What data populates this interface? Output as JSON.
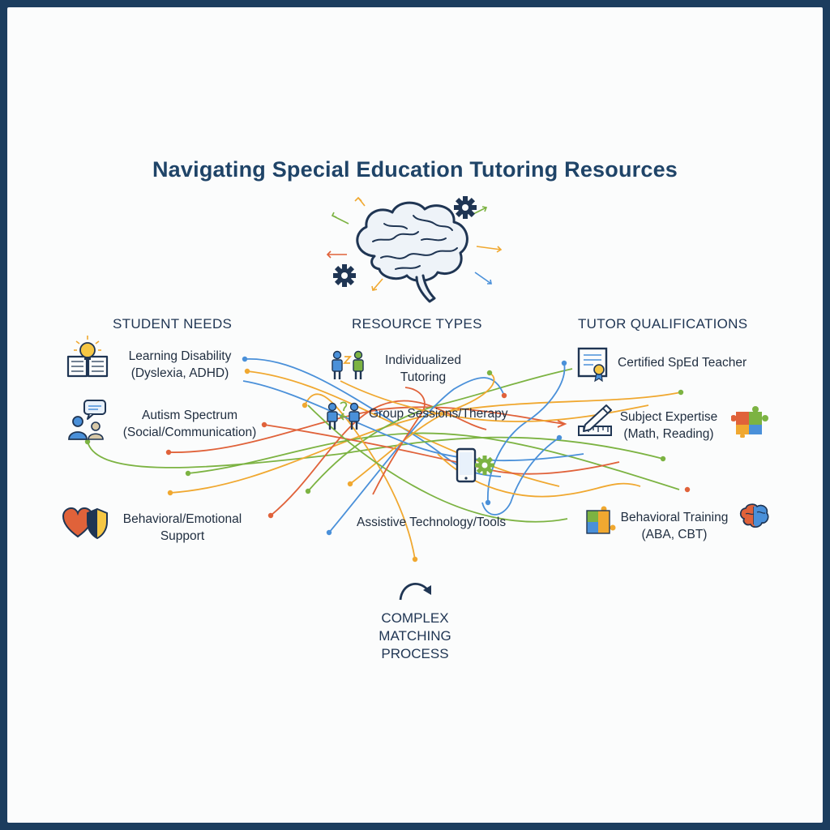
{
  "title": "Navigating Special Education Tutoring Resources",
  "columns": {
    "student_needs": {
      "heading": "STUDENT NEEDS",
      "items": [
        {
          "line1": "Learning Disability",
          "line2": "(Dyslexia, ADHD)",
          "icon": "book-lightbulb-icon"
        },
        {
          "line1": "Autism Spectrum",
          "line2": "(Social/Communication)",
          "icon": "people-speech-icon"
        },
        {
          "line1": "Behavioral/Emotional",
          "line2": "Support",
          "icon": "heart-shield-icon"
        }
      ]
    },
    "resource_types": {
      "heading": "RESOURCE TYPES",
      "items": [
        {
          "line1": "Individualized",
          "line2": "Tutoring",
          "icon": "one-on-one-icon"
        },
        {
          "line1": "Group Sessions/Therapy",
          "line2": "",
          "icon": "group-icon"
        },
        {
          "line1": "Assistive Technology/Tools",
          "line2": "",
          "icon": "tablet-gear-icon"
        }
      ]
    },
    "tutor_qualifications": {
      "heading": "TUTOR QUALIFICATIONS",
      "items": [
        {
          "line1": "Certified SpEd Teacher",
          "line2": "",
          "icon": "certificate-icon"
        },
        {
          "line1": "Subject Expertise",
          "line2": "(Math, Reading)",
          "icon": "ruler-pencil-icon"
        },
        {
          "line1": "Behavioral Training",
          "line2": "(ABA, CBT)",
          "icon": "puzzle-brain-icon"
        }
      ]
    }
  },
  "center": {
    "icon": "brain-gears-icon",
    "process_lines": [
      "COMPLEX",
      "MATCHING",
      "PROCESS"
    ],
    "process_icon": "curved-arrow-icon"
  },
  "colors": {
    "frame": "#1c3d5e",
    "title": "#1f4468",
    "line_blue": "#4a90d9",
    "line_green": "#7cb342",
    "line_orange": "#f0a830",
    "line_red": "#e0623a"
  }
}
